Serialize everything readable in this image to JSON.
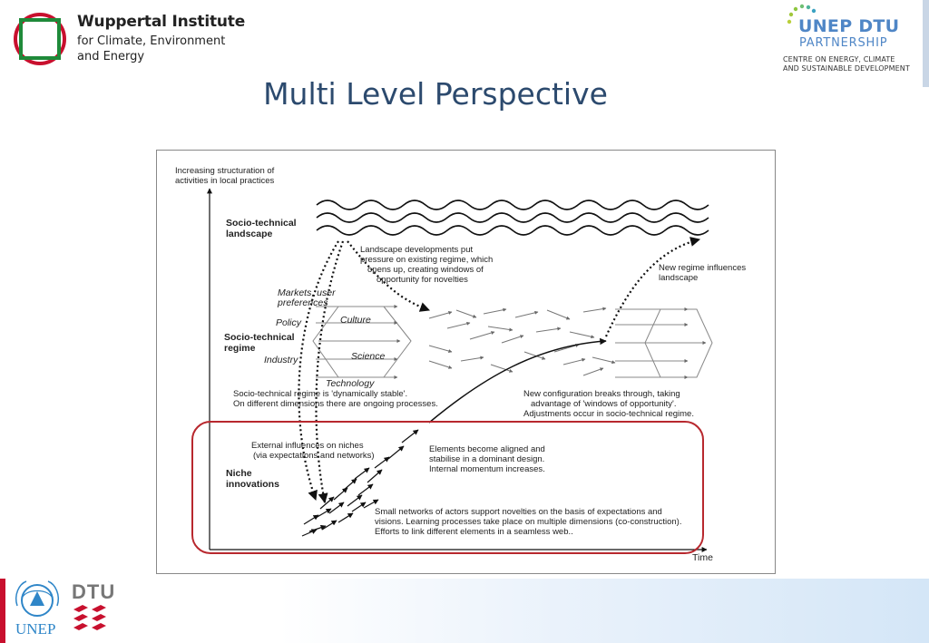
{
  "header": {
    "wuppertal": {
      "title": "Wuppertal Institute",
      "line2": "for Climate, Environment",
      "line3": "and Energy"
    },
    "unep_dtu": {
      "title": "UNEP DTU",
      "subtitle": "PARTNERSHIP",
      "line1": "CENTRE ON ENERGY, CLIMATE",
      "line2": "AND SUSTAINABLE DEVELOPMENT"
    }
  },
  "slide": {
    "title": "Multi Level Perspective"
  },
  "diagram": {
    "y_axis_label": [
      "Increasing structuration of",
      "activities in local practices"
    ],
    "x_axis_label": "Time",
    "levels": {
      "landscape": [
        "Socio-technical",
        "landscape"
      ],
      "regime": [
        "Socio-technical",
        "regime"
      ],
      "niche": [
        "Niche",
        "innovations"
      ]
    },
    "regime_dimensions": [
      "Markets, user",
      "preferences",
      "Culture",
      "Policy",
      "Science",
      "Industry",
      "Technology"
    ],
    "annotations": {
      "landscape_pressure": [
        "Landscape developments put",
        "pressure on existing regime, which",
        "opens up, creating windows of",
        "opportunity for novelties"
      ],
      "new_regime": [
        "New regime influences",
        "landscape"
      ],
      "regime_stable": [
        "Socio-technical regime is 'dynamically stable'.",
        "On different dimensions there are ongoing processes."
      ],
      "breakthrough": [
        "New configuration breaks through, taking",
        "advantage of 'windows of opportunity'.",
        "Adjustments occur in socio-technical regime."
      ],
      "external_influences": [
        "External influences on niches",
        "(via expectations and networks)"
      ],
      "aligned": [
        "Elements become aligned and",
        "stabilise in a dominant design.",
        "Internal momentum increases."
      ],
      "small_networks": [
        "Small networks of actors support novelties on the basis of expectations and",
        "visions. Learning processes take place on multiple dimensions (co-construction).",
        "Efforts to link different elements in a seamless web.."
      ]
    },
    "highlight_color": "#b8282e"
  },
  "footer": {
    "unep_label": "UNEP",
    "dtu_label": "DTU",
    "accent_color": "#c8102e"
  }
}
